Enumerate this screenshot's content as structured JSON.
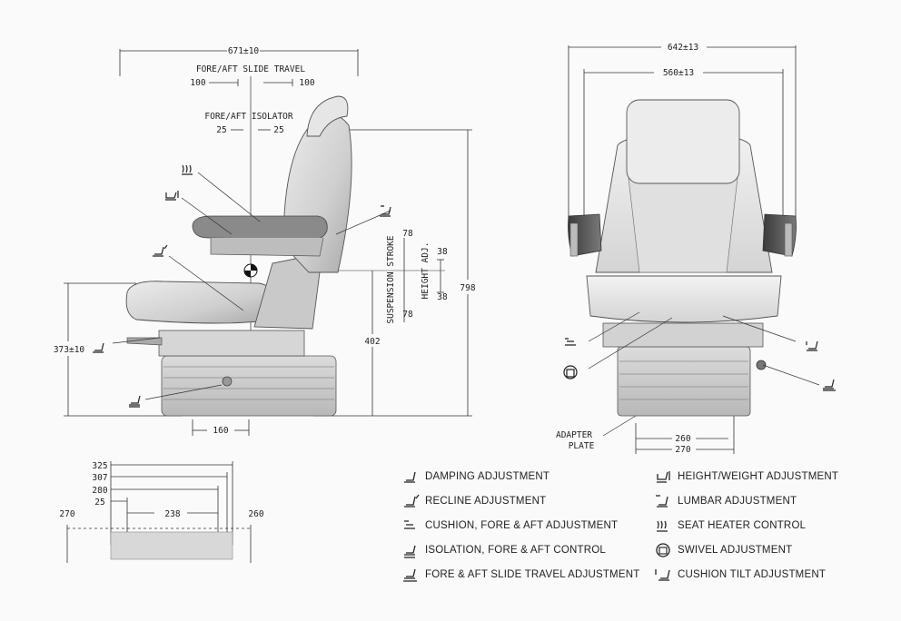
{
  "side_view": {
    "overall_width": "671±10",
    "fore_aft_slide_title": "FORE/AFT SLIDE TRAVEL",
    "slide_left": "100",
    "slide_right": "100",
    "isolator_title": "FORE/AFT ISOLATOR",
    "iso_left": "25",
    "iso_right": "25",
    "suspension_stroke": "SUSPENSION STROKE",
    "susp_top": "78",
    "susp_bottom": "78",
    "height_adj": "HEIGHT ADJ.",
    "height_top": "38",
    "height_bottom": "38",
    "overall_height": "798",
    "lower_height": "402",
    "cushion_height": "373±10",
    "base_width": "160"
  },
  "front_view": {
    "outer_width": "642±13",
    "inner_width": "560±13",
    "adapter_label": "ADAPTER\nPLATE",
    "rail_outer": "270",
    "rail_inner": "260"
  },
  "top_view": {
    "d325": "325",
    "d307": "307",
    "d280": "280",
    "d25": "25",
    "d238": "238",
    "left": "270",
    "right": "260"
  },
  "legend": [
    {
      "icon": "damping-icon",
      "label": "DAMPING ADJUSTMENT"
    },
    {
      "icon": "recline-icon",
      "label": "RECLINE ADJUSTMENT"
    },
    {
      "icon": "cushion-fore-aft-icon",
      "label": "CUSHION, FORE & AFT ADJUSTMENT"
    },
    {
      "icon": "isolation-icon",
      "label": "ISOLATION, FORE & AFT CONTROL"
    },
    {
      "icon": "slide-travel-icon",
      "label": "FORE & AFT SLIDE TRAVEL ADJUSTMENT"
    },
    {
      "icon": "height-weight-icon",
      "label": "HEIGHT/WEIGHT ADJUSTMENT"
    },
    {
      "icon": "lumbar-icon",
      "label": "LUMBAR ADJUSTMENT"
    },
    {
      "icon": "seat-heater-icon",
      "label": "SEAT HEATER CONTROL"
    },
    {
      "icon": "swivel-icon",
      "label": "SWIVEL ADJUSTMENT"
    },
    {
      "icon": "cushion-tilt-icon",
      "label": "CUSHION TILT ADJUSTMENT"
    }
  ]
}
